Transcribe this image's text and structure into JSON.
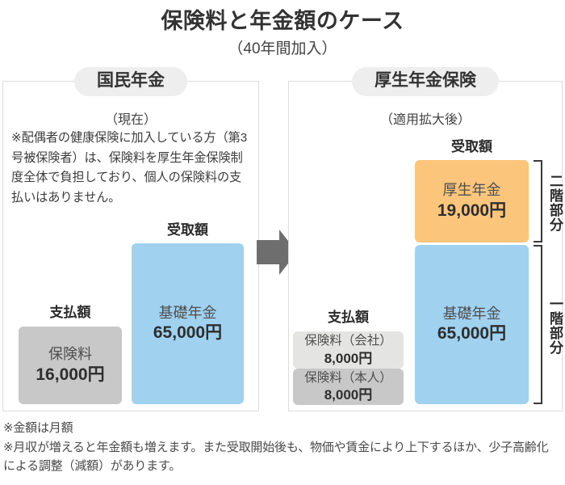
{
  "header": {
    "title": "保険料と年金額のケース",
    "subtitle": "（40年間加入）"
  },
  "left_panel": {
    "badge": "国民年金",
    "state": "（現在）",
    "note": "※配偶者の健康保険に加入している方（第3号被保険者）は、保険料を厚生年金保険制度全体で負担しており、個人の保険料の支払いはありません。",
    "payment_caption": "支払額",
    "receipt_caption": "受取額",
    "payment_bar": {
      "name": "保険料",
      "amount": "16,000円"
    },
    "receipt_bar": {
      "name": "基礎年金",
      "amount": "65,000円"
    }
  },
  "right_panel": {
    "badge": "厚生年金保険",
    "state": "（適用拡大後）",
    "payment_caption": "支払額",
    "receipt_caption": "受取額",
    "payment_bars": [
      {
        "name": "保険料（会社）",
        "amount": "8,000円"
      },
      {
        "name": "保険料（本人）",
        "amount": "8,000円"
      }
    ],
    "receipt_bars": [
      {
        "name": "厚生年金",
        "amount": "19,000円"
      },
      {
        "name": "基礎年金",
        "amount": "65,000円"
      }
    ],
    "tier_labels": {
      "second": "二階部分",
      "first": "一階部分"
    }
  },
  "footnotes": [
    "※金額は月額",
    "※月収が増えると年金額も増えます。また受取開始後も、物価や賃金により上下するほか、少子高齢化による調整（減額）があります。"
  ],
  "colors": {
    "blue": "#a0d2f0",
    "orange": "#fbc67c",
    "gray_dark": "#c8c8c8",
    "gray_light": "#e4e4e2",
    "badge_bg": "#eeeeee",
    "arrow": "#6e6e6e",
    "panel_border": "#dcdcdc"
  },
  "chart_data": {
    "type": "bar",
    "title": "保険料と年金額のケース",
    "subtitle": "（40年間加入）",
    "unit": "円／月",
    "groups": [
      {
        "name": "国民年金（現在）",
        "bars": [
          {
            "caption": "支払額",
            "segments": [
              {
                "label": "保険料",
                "value": 16000,
                "color": "#c8c8c8"
              }
            ]
          },
          {
            "caption": "受取額",
            "segments": [
              {
                "label": "基礎年金",
                "value": 65000,
                "color": "#a0d2f0"
              }
            ]
          }
        ]
      },
      {
        "name": "厚生年金保険（適用拡大後）",
        "bars": [
          {
            "caption": "支払額",
            "segments": [
              {
                "label": "保険料（会社）",
                "value": 8000,
                "color": "#e4e4e2"
              },
              {
                "label": "保険料（本人）",
                "value": 8000,
                "color": "#c8c8c8"
              }
            ]
          },
          {
            "caption": "受取額",
            "segments": [
              {
                "label": "厚生年金",
                "value": 19000,
                "color": "#fbc67c",
                "tier": "二階部分"
              },
              {
                "label": "基礎年金",
                "value": 65000,
                "color": "#a0d2f0",
                "tier": "一階部分"
              }
            ]
          }
        ]
      }
    ]
  }
}
